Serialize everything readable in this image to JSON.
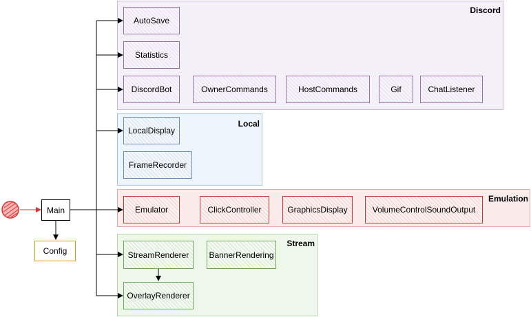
{
  "groups": {
    "discord": "Discord",
    "local": "Local",
    "emulation": "Emulation",
    "stream": "Stream"
  },
  "nodes": {
    "autosave": "AutoSave",
    "statistics": "Statistics",
    "discordbot": "DiscordBot",
    "ownercommands": "OwnerCommands",
    "hostcommands": "HostCommands",
    "gif": "Gif",
    "chatlistener": "ChatListener",
    "localdisplay": "LocalDisplay",
    "framerecorder": "FrameRecorder",
    "emulator": "Emulator",
    "clickcontroller": "ClickController",
    "graphicsdisplay": "GraphicsDisplay",
    "volumecontrol": "VolumeControlSoundOutput",
    "streamrenderer": "StreamRenderer",
    "bannerrendering": "BannerRendering",
    "overlayrenderer": "OverlayRenderer",
    "main": "Main",
    "config": "Config"
  },
  "colors": {
    "discord_fill": "#f4f0f8",
    "discord_stroke": "#c9b8d8",
    "local_fill": "#eef5fc",
    "local_stroke": "#a9c4e0",
    "emulation_fill": "#fbecec",
    "emulation_stroke": "#e3a9a9",
    "stream_fill": "#eff7ec",
    "stream_stroke": "#b5d6a8",
    "start_marker": "#e03030"
  }
}
